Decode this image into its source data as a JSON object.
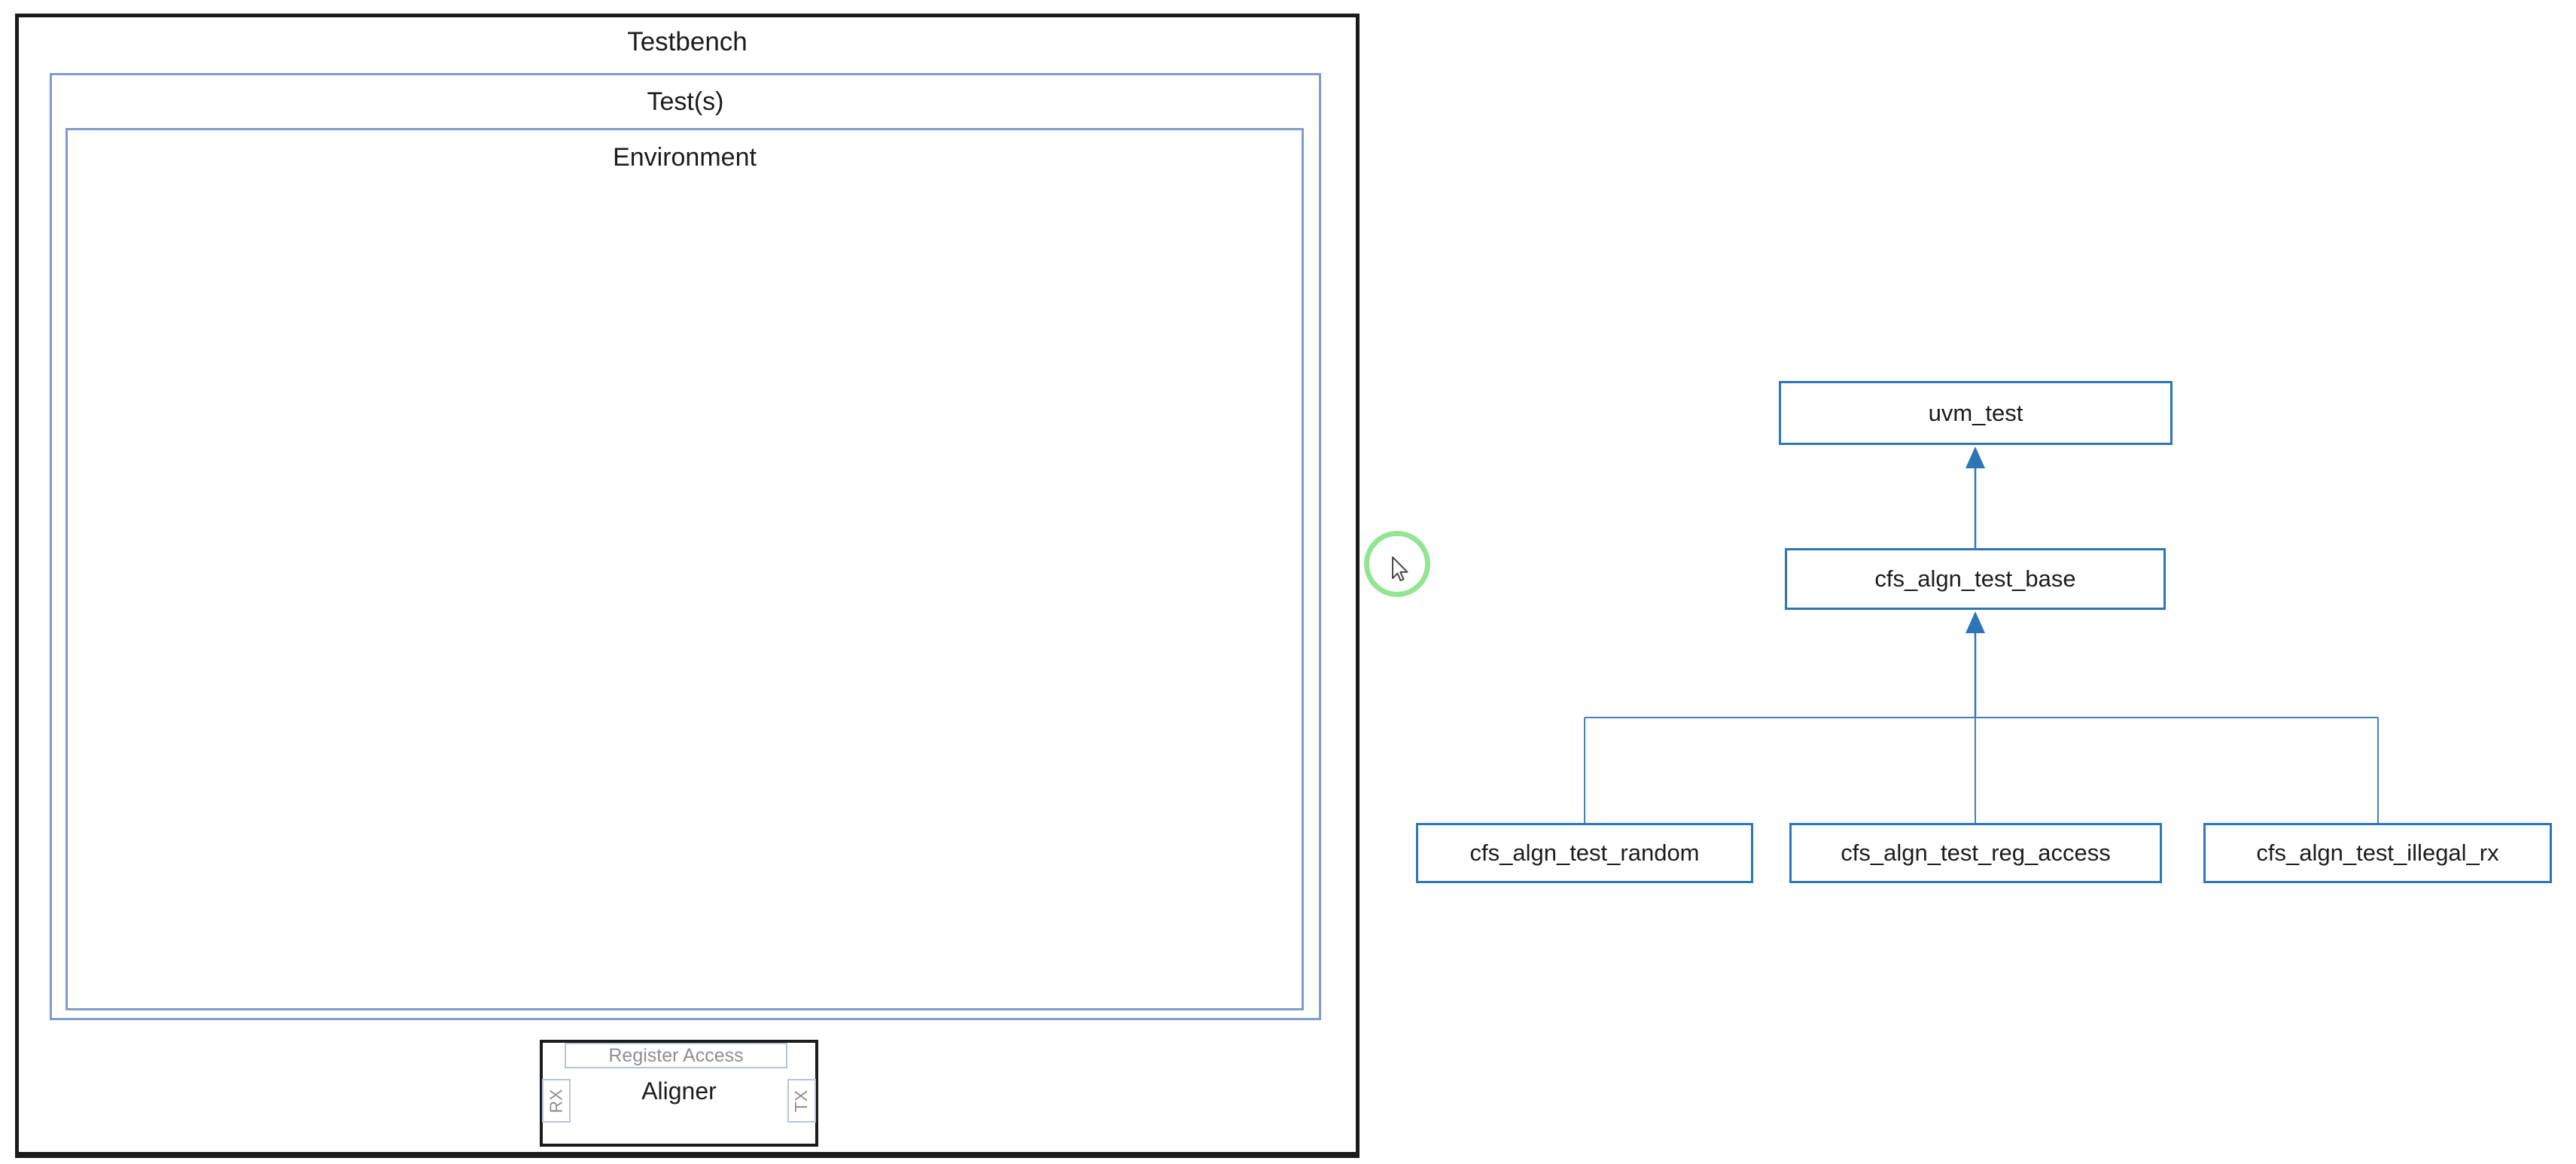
{
  "testbench": {
    "title": "Testbench",
    "tests_label": "Test(s)",
    "environment_label": "Environment",
    "dut": {
      "register_access_label": "Register Access",
      "name": "Aligner",
      "rx_label": "RX",
      "tx_label": "TX"
    }
  },
  "class_hierarchy": {
    "root": "uvm_test",
    "base": "cfs_algn_test_base",
    "children": [
      "cfs_algn_test_random",
      "cfs_algn_test_reg_access",
      "cfs_algn_test_illegal_rx"
    ]
  },
  "colors": {
    "outer_box_border": "#1b1b1b",
    "inner_box_border": "#7f9cca",
    "port_box_border": "#b7c5db",
    "port_text": "#8f8f8f",
    "class_box_border": "#2e75b6",
    "connector_line": "#4a7eb5",
    "arrowhead": "#2e75b6",
    "cursor_highlight_ring": "#92e592"
  }
}
